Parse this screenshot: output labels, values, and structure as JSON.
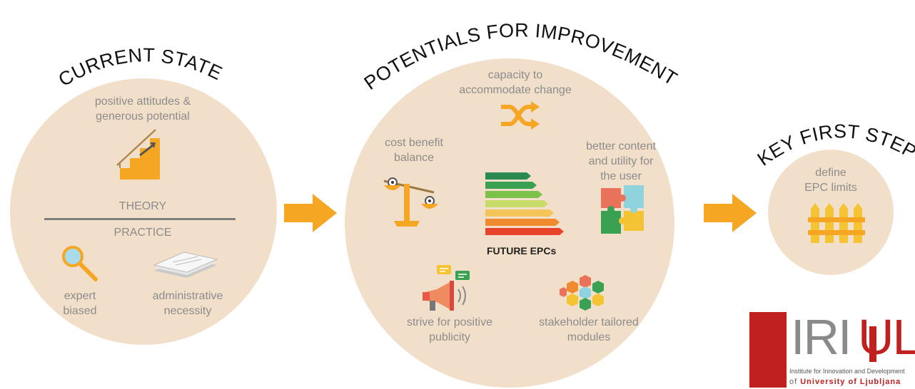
{
  "sections": {
    "current": {
      "title": "CURRENT STATE",
      "attitudes": "positive attitudes &\ngenerous potential",
      "theory": "THEORY",
      "practice": "PRACTICE",
      "expert": "expert\nbiased",
      "admin": "administrative\nnecessity"
    },
    "potentials": {
      "title": "POTENTIALS FOR IMPROVEMENT",
      "capacity": "capacity to\naccommodate change",
      "cost": "cost benefit\nbalance",
      "content": "better content\nand utility for\nthe user",
      "future": "FUTURE EPCs",
      "publicity": "strive for positive\npublicity",
      "modules": "stakeholder tailored\nmodules"
    },
    "key": {
      "title": "KEY FIRST STEP",
      "define": "define\nEPC limits"
    }
  },
  "logo": {
    "text_left": "IRI",
    "text_right": "UL",
    "line1": "Institute for Innovation and Development",
    "line2_prefix": "of ",
    "line2_name": "University of Ljubljana"
  },
  "colors": {
    "circle": "#f2dfca",
    "accent": "#f5a623",
    "logo_red": "#c0201e"
  },
  "icons": [
    "stairs-icon",
    "magnifier-icon",
    "papers-icon",
    "shuffle-icon",
    "scale-icon",
    "energy-label-icon",
    "puzzle-icon",
    "megaphone-icon",
    "hexagons-icon",
    "fence-icon",
    "arrow-right-icon"
  ]
}
